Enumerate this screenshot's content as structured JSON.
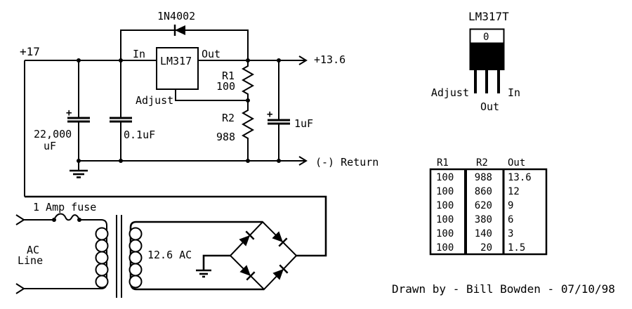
{
  "schematic": {
    "labels": {
      "input_voltage": "+17",
      "protection_diode": "1N4002",
      "reg_pin_in": "In",
      "reg_name": "LM317",
      "reg_pin_out": "Out",
      "reg_pin_adjust": "Adjust",
      "r1_name": "R1",
      "r1_value": "100",
      "r2_name": "R2",
      "r2_value": "988",
      "output_voltage": "+13.6",
      "output_cap": "1uF",
      "filter_cap_value": "22,000",
      "filter_cap_unit": "uF",
      "bypass_cap": "0.1uF",
      "return_line": "(-) Return",
      "fuse": "1 Amp fuse",
      "ac_line_1": "AC",
      "ac_line_2": "Line",
      "secondary_voltage": "12.6 AC",
      "plus": "+"
    }
  },
  "package_diagram": {
    "title": "LM317T",
    "hole": "0",
    "pin_left": "Adjust",
    "pin_right": "In",
    "pin_bottom": "Out"
  },
  "results_table": {
    "headers": {
      "r1": "R1",
      "r2": "R2",
      "out": "Out"
    },
    "rows": [
      {
        "r1": "100",
        "r2": "988",
        "out": "13.6"
      },
      {
        "r1": "100",
        "r2": "860",
        "out": "12"
      },
      {
        "r1": "100",
        "r2": "620",
        "out": "9"
      },
      {
        "r1": "100",
        "r2": "380",
        "out": "6"
      },
      {
        "r1": "100",
        "r2": "140",
        "out": "3"
      },
      {
        "r1": "100",
        "r2": "20",
        "out": "1.5"
      }
    ]
  },
  "credit": "Drawn by - Bill Bowden - 07/10/98",
  "colors": {
    "ink": "#000000",
    "background": "#ffffff"
  }
}
